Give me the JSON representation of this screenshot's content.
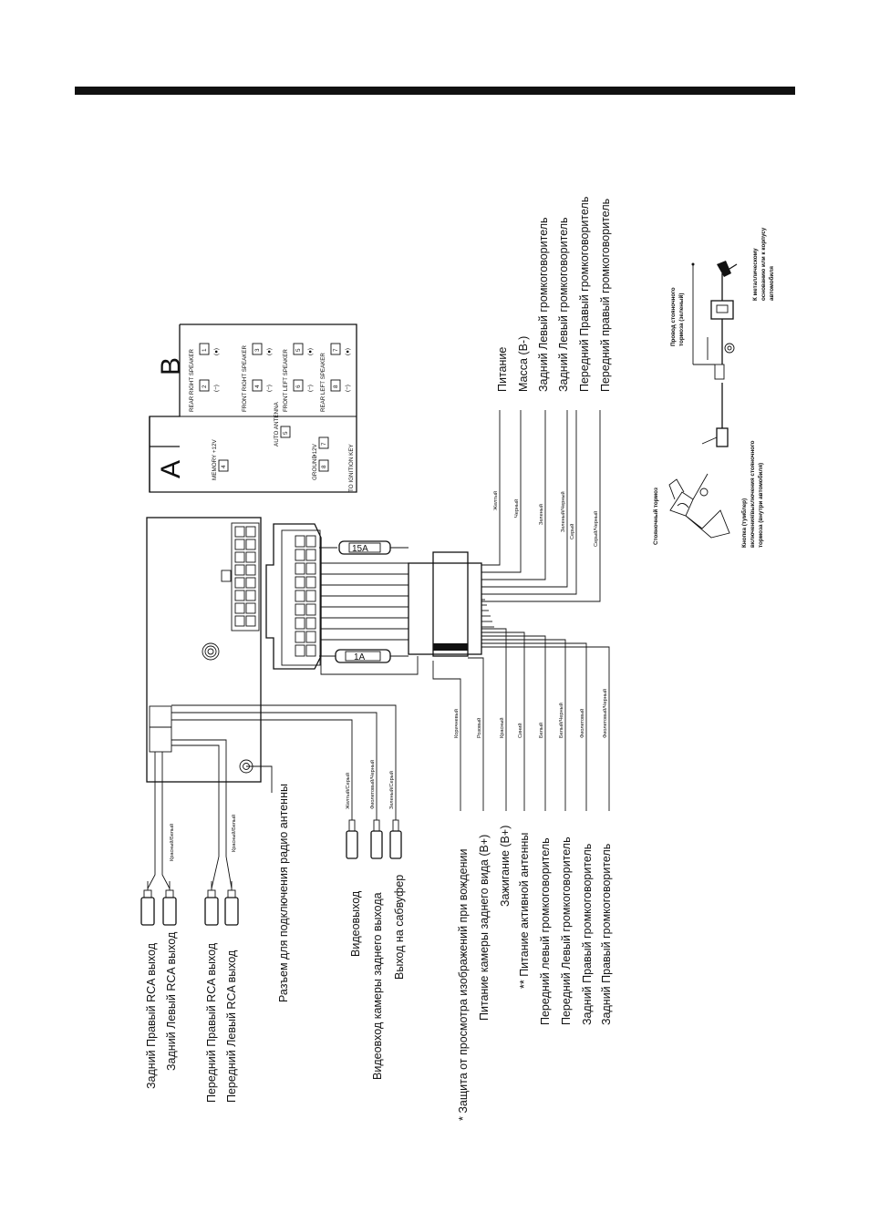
{
  "header_bar_color": "#111111",
  "left_labels": [
    "Задний Правый RCA выход",
    "Задний Левый RCA выход",
    "Передний Правый RCA выход",
    "Передний Левый RCA выход",
    "Разъем для подключения радио антенны",
    "Видеовыход",
    "Видеовход камеры заднего выхода",
    "Выход на сабвуфер",
    "* Защита от просмотра изображений при вождении",
    "Питание камеры заднего вида (B+)",
    "Зажигание (B+)",
    "** Питание активной антенны",
    "Передний левый громкоговоритель",
    "Передний Левый громкоговоритель",
    "Задний Правый громкоговоритель",
    "Задний Правый громкоговоритель"
  ],
  "rca_colors": [
    "Красный/Белый",
    "Красный/Белый"
  ],
  "video_colors": [
    "Желтый/Серый",
    "Фиолетовый/Черный",
    "Зеленый/Серый"
  ],
  "left_wire_colors": [
    "Коричневый",
    "Розовый",
    "Красный",
    "Синий",
    "Белый",
    "Белый/Черный",
    "Фиолетовый",
    "Фиолетовый/Черный"
  ],
  "right_wire_colors": [
    "Желтый",
    "Черный",
    "Зеленый",
    "Зеленый/Черный",
    "Серый",
    "Серый/Черный"
  ],
  "right_labels": [
    "Питание",
    "Масса (B-)",
    "Задний Левый громкоговоритель",
    "Задний Левый громкоговоритель",
    "Передний Правый громкоговоритель",
    "Передний правый громкоговоритель"
  ],
  "fuses": [
    "15A",
    "1A"
  ],
  "connector_a": {
    "letter": "A",
    "pins": [
      {
        "num": "4",
        "label": "MEMORY +12V"
      },
      {
        "num": "5",
        "label": "AUTO ANTENNA"
      },
      {
        "num": "8",
        "label": "GROUND"
      },
      {
        "num": "7",
        "label": "+12V"
      }
    ],
    "ignition": "TO IGNITION KEY"
  },
  "connector_b": {
    "letter": "B",
    "groups": [
      {
        "label": "REAR RIGHT SPEAKER",
        "neg": "2",
        "pos": "1"
      },
      {
        "label": "FRONT RIGHT SPEAKER",
        "neg": "4",
        "pos": "3"
      },
      {
        "label": "FRONT LEFT SPEAKER",
        "neg": "6",
        "pos": "5"
      },
      {
        "label": "REAR LEFT SPEAKER",
        "neg": "8",
        "pos": "7"
      }
    ],
    "neg_sign": "(−)",
    "pos_sign": "(●)"
  },
  "brake": {
    "title": "Стояночный тормоз",
    "switch_label": [
      "Кнопка (тумблер)",
      "включения/выключения стояночного",
      "тормоза (внутри автомобиля)"
    ],
    "wire_label": [
      "Провод стояночного",
      "тормоза (зеленый)"
    ],
    "ground_label": [
      "К металлическому",
      "основанию или к корпусу",
      "автомобиля"
    ]
  }
}
